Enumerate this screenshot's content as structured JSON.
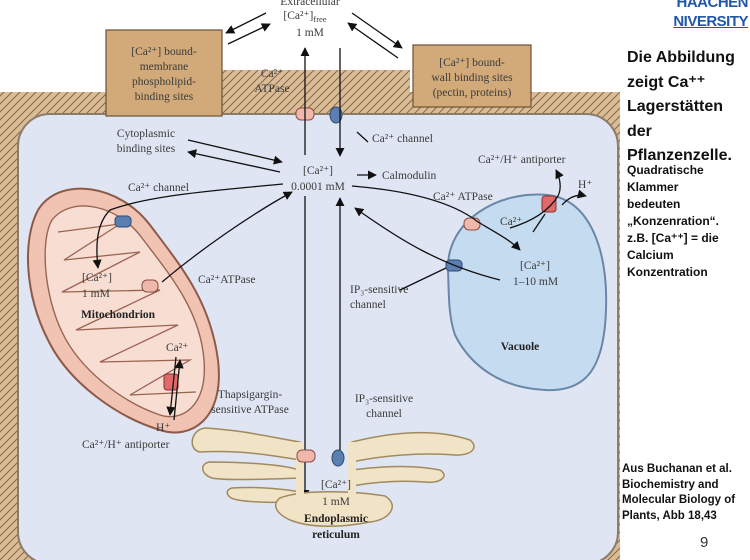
{
  "labels": {
    "extracellular_line1": "Extracellular",
    "extracellular_line2": "[Ca²⁺]",
    "extracellular_sub": "free",
    "extracellular_line3": "1 mM",
    "bound_membrane": [
      "[Ca²⁺] bound-",
      "membrane",
      "phospholipid-",
      "binding sites"
    ],
    "bound_wall": [
      "[Ca²⁺] bound-",
      "wall binding sites",
      "(pectin, proteins)"
    ],
    "ca_atpase_pm": [
      "Ca²⁺",
      "ATPase"
    ],
    "ca_channel_pm": "Ca²⁺ channel",
    "cytoplasmic_binding": [
      "Cytoplasmic",
      "binding sites"
    ],
    "cytosol_ca": [
      "[Ca²⁺]",
      "0.0001 mM"
    ],
    "calmodulin": "Calmodulin",
    "mito_channel": "Ca²⁺ channel",
    "mito_ca": [
      "[Ca²⁺]",
      "1 mM"
    ],
    "mito_atpase": "Ca²⁺ATPase",
    "mitochondrion": "Mitochondrion",
    "mito_ca2": "Ca²⁺",
    "mito_h": "H⁺",
    "mito_antiporter": "Ca²⁺/H⁺ antiporter",
    "vac_antiporter": "Ca²⁺/H⁺ antiporter",
    "vac_h": "H⁺",
    "vac_atpase": "Ca²⁺ ATPase",
    "vac_ca2": "Ca²⁺",
    "vac_ca": [
      "[Ca²⁺]",
      "1–10 mM"
    ],
    "ip3_vacuole": [
      "IP₃-sensitive",
      "channel"
    ],
    "vacuole": "Vacuole",
    "thapsigargin": [
      "Thapsigargin-",
      "sensitive ATPase"
    ],
    "ip3_er": [
      "IP₃-sensitive",
      "channel"
    ],
    "er_ca": [
      "[Ca²⁺]",
      "1 mM"
    ],
    "er": [
      "Endoplasmic",
      "reticulum"
    ]
  },
  "sidebar": {
    "title_lines": [
      "Die Abbildung",
      "zeigt Ca⁺⁺",
      "Lagerstätten",
      "der",
      "Pflanzenzelle."
    ],
    "note_lines": [
      "Quadratische",
      "Klammer",
      "bedeuten",
      "„Konzenration“.",
      "z.B. [Ca⁺⁺] = die",
      "Calcium",
      "Konzentration"
    ],
    "source_lines": [
      "Aus Buchanan et al.",
      "Biochemistry and",
      "Molecular Biology of",
      "Plants, Abb 18,43"
    ],
    "page_number": "9",
    "logo_line1": "HAACHEN",
    "logo_line2": "NIVERSITY"
  },
  "colors": {
    "cell_fill": "#dfe5f3",
    "wall": "#c8a67a",
    "box_fill": "#d2aa79",
    "mito_fill": "#f1c3b3",
    "vacuole_fill": "#c5dbf0",
    "er_fill": "#f0e3c6",
    "logo_blue": "#2257a8"
  }
}
